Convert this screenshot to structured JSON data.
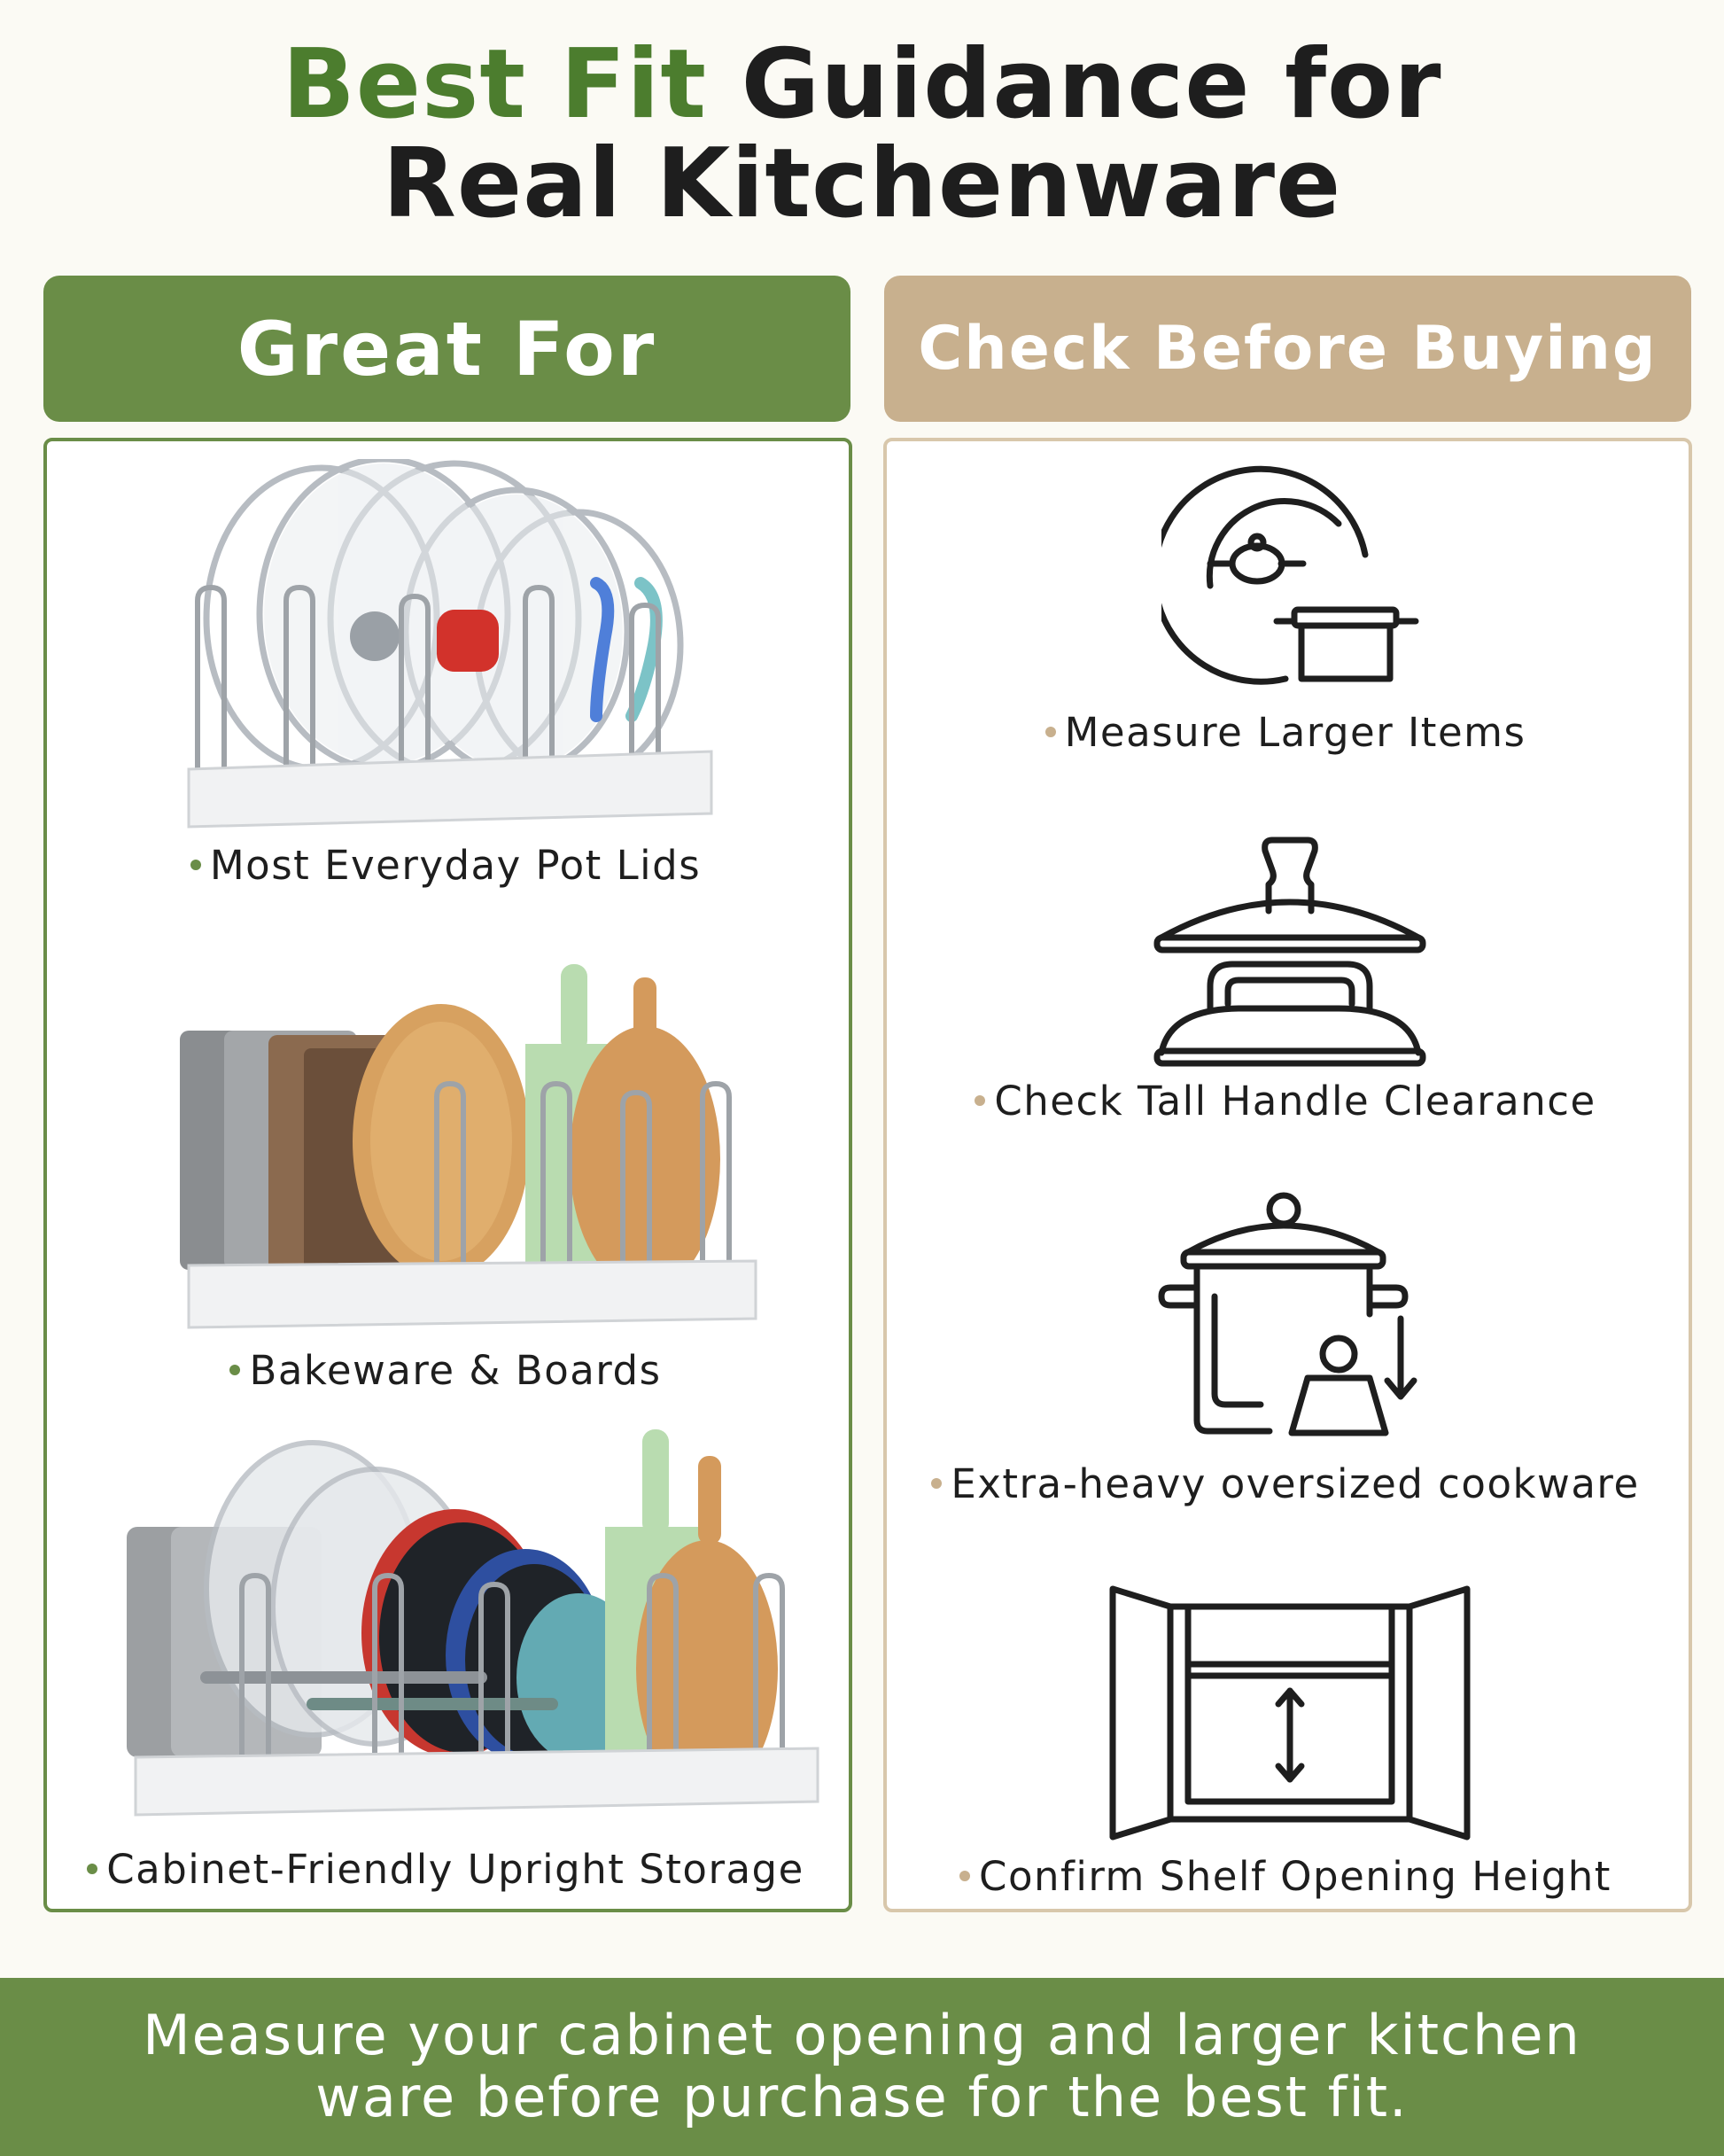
{
  "title": {
    "accent": "Best Fit",
    "line1_rest": " Guidance for",
    "line2": "Real Kitchenware"
  },
  "columns": {
    "left_header": "Great For",
    "right_header": "Check Before Buying"
  },
  "great_for": [
    {
      "label": "Most Everyday Pot Lids",
      "image": "pot-lid-rack-photo"
    },
    {
      "label": "Bakeware & Boards",
      "image": "bakeware-boards-rack-photo"
    },
    {
      "label": "Cabinet-Friendly Upright Storage",
      "image": "mixed-cookware-rack-photo"
    }
  ],
  "check_before": [
    {
      "label": "Measure Larger Items",
      "icon": "lid-and-pot-icon"
    },
    {
      "label": "Check Tall Handle Clearance",
      "icon": "lid-handles-icon"
    },
    {
      "label": "Extra-heavy oversized cookware",
      "icon": "heavy-pot-weight-icon"
    },
    {
      "label": "Confirm Shelf Opening Height",
      "icon": "cabinet-height-icon"
    }
  ],
  "banner": {
    "line1": "Measure your cabinet opening and larger kitchen",
    "line2": "ware before purchase for the best fit."
  },
  "colors": {
    "green": "#6a8d47",
    "title_green": "#4c7d2e",
    "tan": "#c8b08e",
    "dark": "#1e1e1e"
  }
}
